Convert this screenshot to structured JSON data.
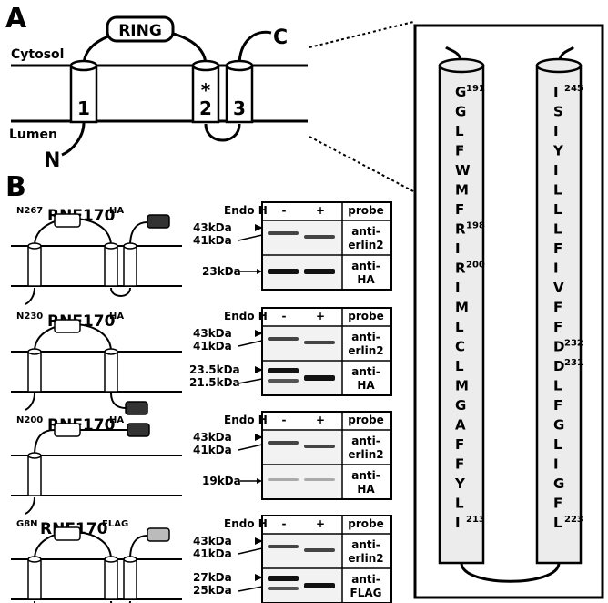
{
  "panel_a": {
    "label": "A",
    "ring": "RING",
    "cytosol": "Cytosol",
    "lumen": "Lumen",
    "n_term": "N",
    "c_term": "C",
    "tm": [
      "1",
      "2",
      "3"
    ],
    "star": "*"
  },
  "panel_b": {
    "label": "B",
    "endo_h": "Endo H",
    "minus": "-",
    "plus": "+",
    "probe": "probe",
    "constructs": [
      {
        "pre": "N267",
        "name": "RNF170",
        "tag": "HA",
        "tag_color": "#333333",
        "top_markers": [
          "43kDa",
          "41kDa"
        ],
        "top_probe": [
          "anti-",
          "erlin2"
        ],
        "bottom_markers": [
          "23kDa"
        ],
        "bottom_probe": [
          "anti-",
          "HA"
        ]
      },
      {
        "pre": "N230",
        "name": "RNF170",
        "tag": "HA",
        "tag_color": "#333333",
        "top_markers": [
          "43kDa",
          "41kDa"
        ],
        "top_probe": [
          "anti-",
          "erlin2"
        ],
        "bottom_markers": [
          "23.5kDa",
          "21.5kDa"
        ],
        "bottom_probe": [
          "anti-",
          "HA"
        ]
      },
      {
        "pre": "N200",
        "name": "RNF170",
        "tag": "HA",
        "tag_color": "#333333",
        "top_markers": [
          "43kDa",
          "41kDa"
        ],
        "top_probe": [
          "anti-",
          "erlin2"
        ],
        "bottom_markers": [
          "19kDa"
        ],
        "bottom_probe": [
          "anti-",
          "HA"
        ]
      },
      {
        "pre": "G8N",
        "name": "RNF170",
        "tag": "FLAG",
        "tag_color": "#bbbbbb",
        "top_markers": [
          "43kDa",
          "41kDa"
        ],
        "top_probe": [
          "anti-",
          "erlin2"
        ],
        "bottom_markers": [
          "27kDa",
          "25kDa"
        ],
        "bottom_probe": [
          "anti-",
          "FLAG"
        ]
      }
    ]
  },
  "helix_left": [
    {
      "aa": "G",
      "num": "191"
    },
    {
      "aa": "G",
      "num": ""
    },
    {
      "aa": "L",
      "num": ""
    },
    {
      "aa": "F",
      "num": ""
    },
    {
      "aa": "W",
      "num": ""
    },
    {
      "aa": "M",
      "num": ""
    },
    {
      "aa": "F",
      "num": ""
    },
    {
      "aa": "R",
      "num": "198"
    },
    {
      "aa": "I",
      "num": ""
    },
    {
      "aa": "R",
      "num": "200"
    },
    {
      "aa": "I",
      "num": ""
    },
    {
      "aa": "M",
      "num": ""
    },
    {
      "aa": "L",
      "num": ""
    },
    {
      "aa": "C",
      "num": ""
    },
    {
      "aa": "L",
      "num": ""
    },
    {
      "aa": "M",
      "num": ""
    },
    {
      "aa": "G",
      "num": ""
    },
    {
      "aa": "A",
      "num": ""
    },
    {
      "aa": "F",
      "num": ""
    },
    {
      "aa": "F",
      "num": ""
    },
    {
      "aa": "Y",
      "num": ""
    },
    {
      "aa": "L",
      "num": ""
    },
    {
      "aa": "I",
      "num": "213"
    }
  ],
  "helix_right": [
    {
      "aa": "I",
      "num": "245"
    },
    {
      "aa": "S",
      "num": ""
    },
    {
      "aa": "I",
      "num": ""
    },
    {
      "aa": "Y",
      "num": ""
    },
    {
      "aa": "I",
      "num": ""
    },
    {
      "aa": "L",
      "num": ""
    },
    {
      "aa": "L",
      "num": ""
    },
    {
      "aa": "L",
      "num": ""
    },
    {
      "aa": "F",
      "num": ""
    },
    {
      "aa": "I",
      "num": ""
    },
    {
      "aa": "V",
      "num": ""
    },
    {
      "aa": "F",
      "num": ""
    },
    {
      "aa": "F",
      "num": ""
    },
    {
      "aa": "D",
      "num": "232"
    },
    {
      "aa": "D",
      "num": "231"
    },
    {
      "aa": "L",
      "num": ""
    },
    {
      "aa": "F",
      "num": ""
    },
    {
      "aa": "G",
      "num": ""
    },
    {
      "aa": "L",
      "num": ""
    },
    {
      "aa": "I",
      "num": ""
    },
    {
      "aa": "G",
      "num": ""
    },
    {
      "aa": "F",
      "num": ""
    },
    {
      "aa": "L",
      "num": "223"
    }
  ]
}
